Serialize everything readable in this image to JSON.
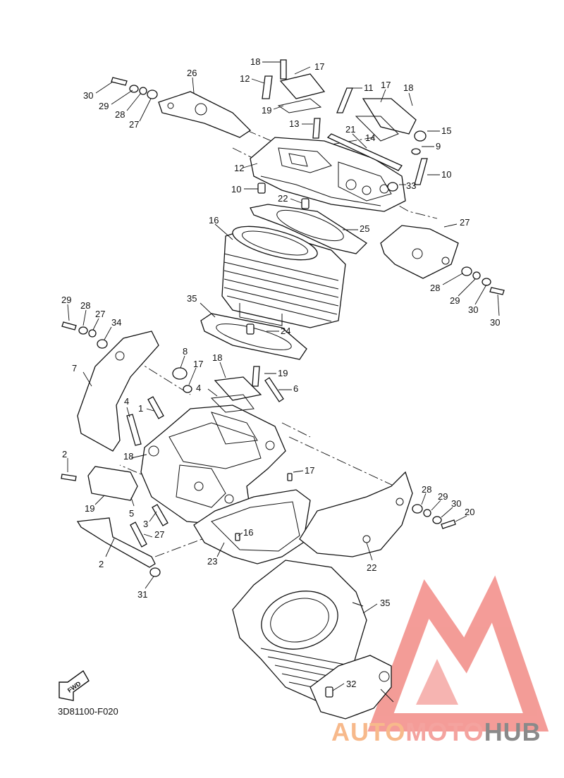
{
  "diagram": {
    "code": "3D81100-F020",
    "fwd_label": "FWD",
    "watermark": {
      "part1": "AUTO",
      "part2": "MOTO",
      "part3": "HUB",
      "color1": "#f7b98b",
      "color2": "#f4a39f",
      "color3": "#8a8a8a"
    },
    "callouts": [
      "18",
      "17",
      "12",
      "26",
      "30",
      "29",
      "28",
      "27",
      "19",
      "11",
      "17",
      "18",
      "13",
      "21",
      "14",
      "15",
      "9",
      "12",
      "10",
      "10",
      "22",
      "33",
      "16",
      "25",
      "27",
      "28",
      "29",
      "30",
      "30",
      "29",
      "28",
      "27",
      "34",
      "35",
      "24",
      "7",
      "8",
      "17",
      "18",
      "19",
      "4",
      "6",
      "4",
      "1",
      "18",
      "2",
      "17",
      "19",
      "5",
      "3",
      "27",
      "28",
      "29",
      "30",
      "20",
      "2",
      "16",
      "23",
      "22",
      "31",
      "35",
      "32"
    ]
  }
}
